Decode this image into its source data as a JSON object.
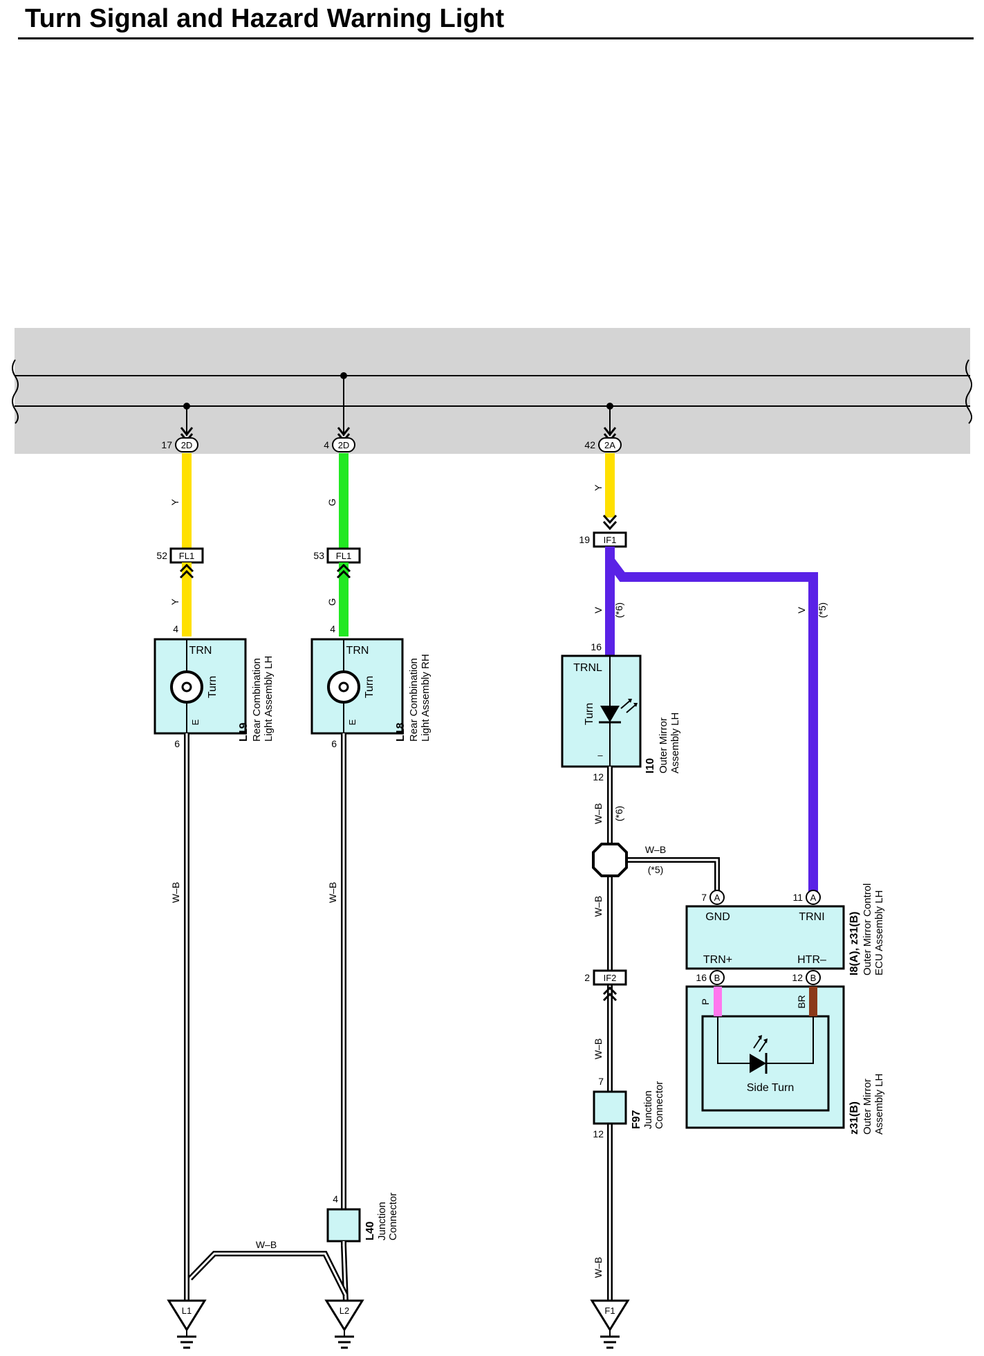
{
  "title": "Turn Signal and Hazard Warning Light",
  "colors": {
    "yellow": "#ffe000",
    "green": "#22e822",
    "violet": "#5a22e6",
    "pink": "#ff77ee",
    "brown": "#8b3a1a",
    "component_fill": "#ccf5f5",
    "bus_band": "#d4d4d4"
  },
  "connectors": {
    "c2d_a": {
      "pin": "17",
      "name": "2D"
    },
    "c2d_b": {
      "pin": "4",
      "name": "2D"
    },
    "c2a": {
      "pin": "42",
      "name": "2A"
    },
    "fl1_a": {
      "pin": "52",
      "name": "FL1"
    },
    "fl1_b": {
      "pin": "53",
      "name": "FL1"
    },
    "if1": {
      "pin": "19",
      "name": "IF1"
    },
    "if2": {
      "pin": "2",
      "name": "IF2"
    }
  },
  "wires": {
    "y": "Y",
    "g": "G",
    "v": "V",
    "wb": "W–B",
    "p": "P",
    "br": "BR",
    "note6": "(*6)",
    "note5": "(*5)"
  },
  "components": {
    "l19": {
      "code": "L19",
      "desc1": "Rear Combination",
      "desc2": "Light Assembly LH",
      "pin_top": "4",
      "pin_bottom": "6",
      "term_top": "TRN",
      "term_bottom": "E",
      "inner": "Turn"
    },
    "l18": {
      "code": "L18",
      "desc1": "Rear Combination",
      "desc2": "Light Assembly RH",
      "pin_top": "4",
      "pin_bottom": "6",
      "term_top": "TRN",
      "term_bottom": "E",
      "inner": "Turn"
    },
    "i10": {
      "code": "I10",
      "desc1": "Outer Mirror",
      "desc2": "Assembly LH",
      "pin_top": "16",
      "pin_bottom": "12",
      "term_top": "TRNL",
      "term_bottom": "–",
      "inner": "Turn"
    },
    "ecu": {
      "code": "I8(A), z31(B)",
      "desc1": "Outer Mirror Control",
      "desc2": "ECU Assembly LH",
      "pin_gnd": "7",
      "pin_trni": "11",
      "pin_trnp": "16",
      "pin_htr": "12",
      "conn_a": "A",
      "conn_b": "B",
      "gnd": "GND",
      "trni": "TRNI",
      "trnp": "TRN+",
      "htr": "HTR–"
    },
    "z31": {
      "code": "z31(B)",
      "desc1": "Outer Mirror",
      "desc2": "Assembly LH",
      "inner": "Side Turn"
    },
    "f97": {
      "code": "F97",
      "desc1": "Junction",
      "desc2": "Connector",
      "pin_top": "7",
      "pin_bottom": "12"
    },
    "l40": {
      "code": "L40",
      "desc1": "Junction",
      "desc2": "Connector",
      "pin_top": "4"
    }
  },
  "grounds": {
    "l1": "L1",
    "l2": "L2",
    "f1": "F1"
  }
}
